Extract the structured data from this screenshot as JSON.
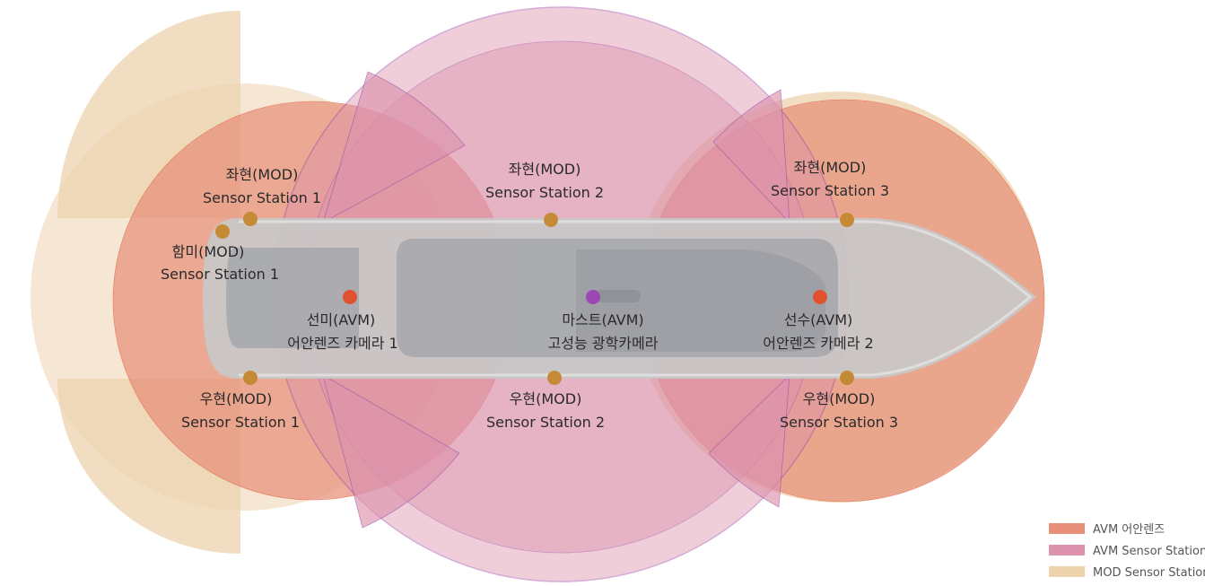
{
  "colors": {
    "avm_lens": "#e8907a",
    "avm_sensor": "#dd93ad",
    "avm_sensor_border": "#9c4aa6",
    "mod_sensor": "#ecd3ae",
    "hull": "#c8c8c8",
    "deck": "#a7a9ad",
    "sensor_dot": "#c58a35",
    "avm_dot": "#e0522f",
    "mast_dot": "#9b47b4"
  },
  "labels": {
    "port_mod_1": {
      "line1": "좌현(MOD)",
      "line2": "Sensor Station 1"
    },
    "port_mod_2": {
      "line1": "좌현(MOD)",
      "line2": "Sensor Station 2"
    },
    "port_mod_3": {
      "line1": "좌현(MOD)",
      "line2": "Sensor Station 3"
    },
    "stern_mod_1": {
      "line1": "함미(MOD)",
      "line2": "Sensor Station 1"
    },
    "stern_avm": {
      "line1": "선미(AVM)",
      "line2": "어안렌즈 카메라 1"
    },
    "mast_avm": {
      "line1": "마스트(AVM)",
      "line2": "고성능 광학카메라"
    },
    "bow_avm": {
      "line1": "선수(AVM)",
      "line2": "어안렌즈 카메라 2"
    },
    "stbd_mod_1": {
      "line1": "우현(MOD)",
      "line2": "Sensor Station 1"
    },
    "stbd_mod_2": {
      "line1": "우현(MOD)",
      "line2": "Sensor Station 2"
    },
    "stbd_mod_3": {
      "line1": "우현(MOD)",
      "line2": "Sensor Station 3"
    }
  },
  "legend": [
    {
      "label": "AVM 어안렌즈",
      "color": "#e8907a"
    },
    {
      "label": "AVM Sensor Station",
      "color": "#dd93ad"
    },
    {
      "label": "MOD Sensor Station",
      "color": "#ecd3ae"
    }
  ]
}
